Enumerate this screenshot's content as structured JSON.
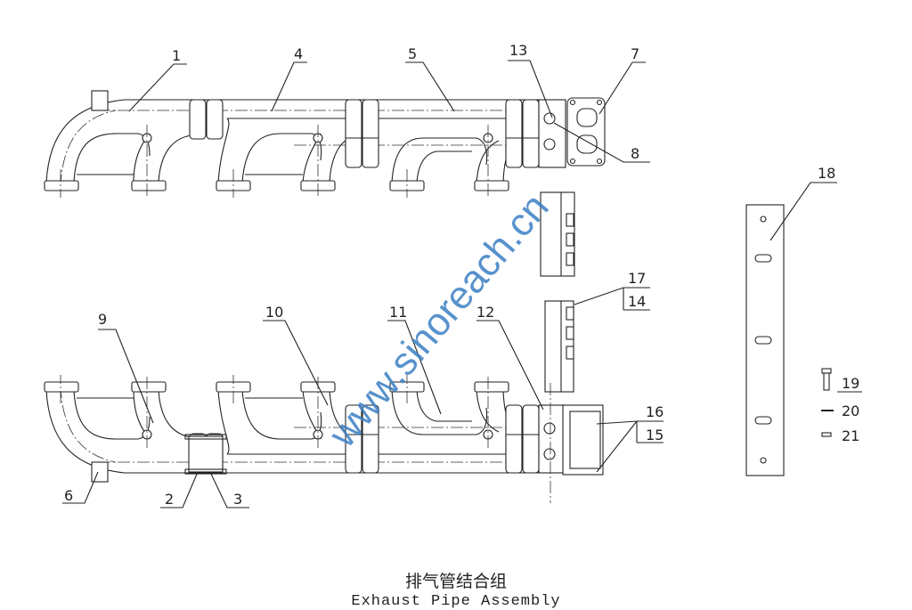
{
  "drawing": {
    "part_labels": {
      "p1": "1",
      "p2": "2",
      "p3": "3",
      "p4": "4",
      "p5": "5",
      "p6": "6",
      "p7": "7",
      "p8": "8",
      "p9": "9",
      "p10": "10",
      "p11": "11",
      "p12": "12",
      "p13": "13",
      "p14": "14",
      "p15": "15",
      "p16": "16",
      "p17": "17",
      "p18": "18",
      "p19": "19",
      "p20": "20",
      "p21": "21"
    },
    "watermark": "www.sinoreach.cn",
    "watermark_color": "#3b7fc4"
  },
  "caption": {
    "title_cn": "排气管结合组",
    "title_en": "Exhaust Pipe Assembly"
  }
}
